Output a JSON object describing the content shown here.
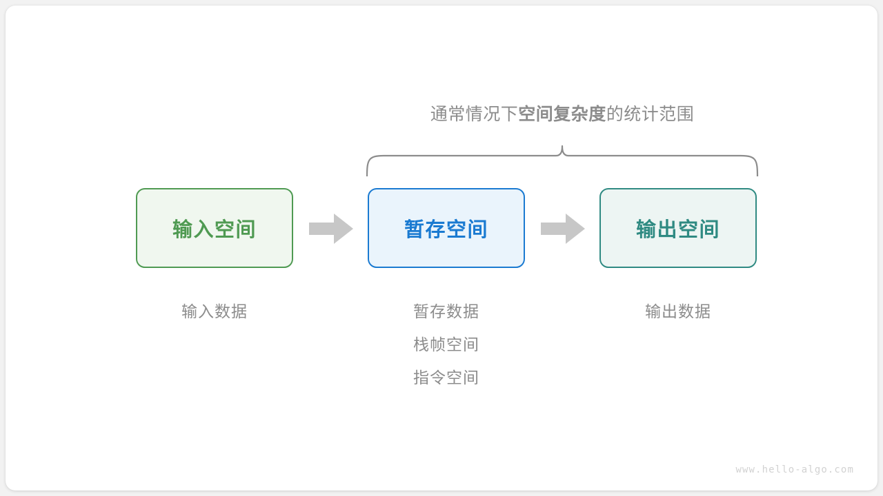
{
  "diagram": {
    "brace_caption": {
      "prefix": "通常情况下",
      "emphasis": "空间复杂度",
      "suffix": "的统计范围"
    },
    "nodes": [
      {
        "id": "input",
        "label": "输入空间",
        "border_color": "#4f9a52",
        "fill_color": "#f0f7ef",
        "text_color": "#4f9a52",
        "captions": [
          "输入数据"
        ]
      },
      {
        "id": "temp",
        "label": "暂存空间",
        "border_color": "#1a7ad1",
        "fill_color": "#eaf4fc",
        "text_color": "#1a7ad1",
        "captions": [
          "暂存数据",
          "栈帧空间",
          "指令空间"
        ]
      },
      {
        "id": "output",
        "label": "输出空间",
        "border_color": "#2f8a82",
        "fill_color": "#edf5f3",
        "text_color": "#2f8a82",
        "captions": [
          "输出数据"
        ]
      }
    ],
    "arrows": [
      {
        "id": "arrow-1",
        "from": "input",
        "to": "temp",
        "color": "#c7c7c7"
      },
      {
        "id": "arrow-2",
        "from": "temp",
        "to": "output",
        "color": "#c7c7c7"
      }
    ],
    "brace": {
      "color": "#8c8c8c",
      "spans": [
        "temp",
        "output"
      ]
    },
    "caption_color": "#8c8c8c",
    "watermark": "www.hello-algo.com",
    "background_color": "#f2f2f2",
    "card_color": "#ffffff"
  }
}
